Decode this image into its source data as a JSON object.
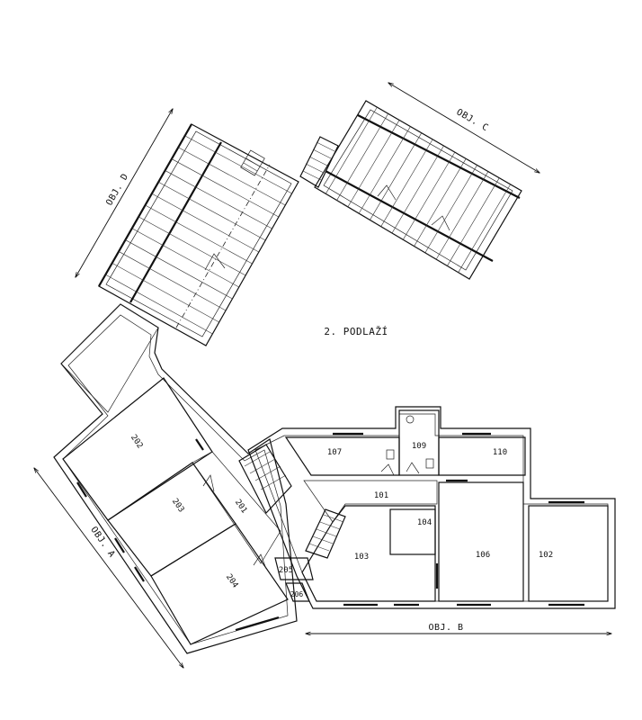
{
  "floor_label": "2. PODLAŽÍ",
  "objects": {
    "a": "OBJ. A",
    "b": "OBJ. B",
    "c": "OBJ. C",
    "d": "OBJ. D"
  },
  "rooms": {
    "r101": "101",
    "r102": "102",
    "r103": "103",
    "r104": "104",
    "r106": "106",
    "r107": "107",
    "r109": "109",
    "r110": "110",
    "r201": "201",
    "r202": "202",
    "r203": "203",
    "r204": "204",
    "r205": "205",
    "r206": "206"
  }
}
